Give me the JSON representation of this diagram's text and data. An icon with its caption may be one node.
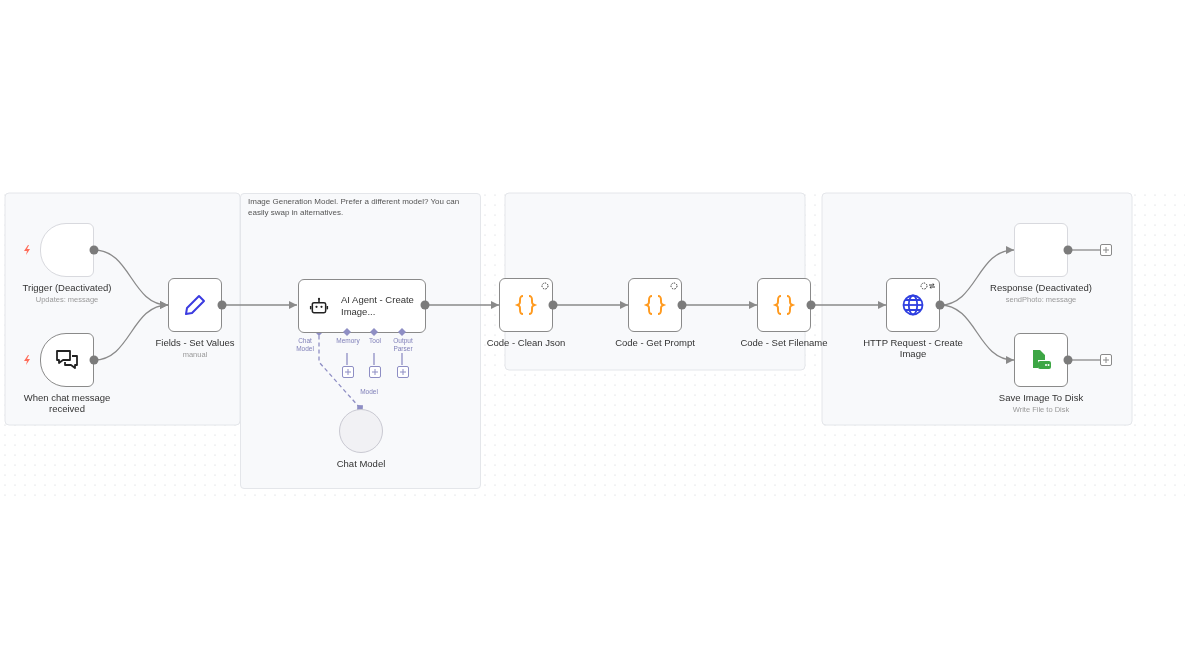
{
  "diagram": {
    "nodes": [
      {
        "text": [
          "Image Generation Model. Prefer a different model? You can easily swap in alternatives."
        ]
      },
      {
        "text": [
          "Trigger (Deactivated)",
          "Updates: message"
        ]
      },
      {
        "text": [
          "When chat message received"
        ]
      },
      {
        "text": [
          "Fields - Set Values",
          "manual"
        ]
      },
      {
        "text": [
          "AI Agent - Create Image..."
        ],
        "in": 0,
        "beside": [
          "Chat Model",
          "Memory",
          "Tool",
          "Output Parser"
        ]
      },
      {
        "text": [
          "Chat Model"
        ],
        "in": 0,
        "beside": [
          "Model"
        ]
      },
      {
        "text": [
          "Code - Clean Json"
        ]
      },
      {
        "text": [
          "Code - Get Prompt"
        ]
      },
      {
        "text": [
          "Code - Set Filename"
        ]
      },
      {
        "text": [
          "HTTP Request - Create Image"
        ]
      },
      {
        "text": [
          "Response (Deactivated)",
          "sendPhoto: message"
        ]
      },
      {
        "text": [
          "Save Image To Disk",
          "Write File to Disk"
        ]
      },
      {
        "text": [],
        "shape": "box",
        "in": 0
      },
      {
        "text": [],
        "shape": "box",
        "in": 0
      },
      {
        "text": [],
        "shape": "box",
        "in": 0
      },
      {
        "text": [],
        "shape": "box"
      },
      {
        "text": [],
        "shape": "box"
      }
    ],
    "edges": [
      {
        "from": 1,
        "to": 3,
        "arrow": "to"
      },
      {
        "from": 2,
        "to": 3,
        "arrow": "to"
      },
      {
        "from": 3,
        "to": 4,
        "arrow": "to"
      },
      {
        "from": 4,
        "to": 6,
        "arrow": "to"
      },
      {
        "from": 6,
        "to": 7,
        "arrow": "to"
      },
      {
        "from": 7,
        "to": 8,
        "arrow": "to"
      },
      {
        "from": 8,
        "to": 9,
        "arrow": "to"
      },
      {
        "from": 9,
        "to": 10,
        "arrow": "to"
      },
      {
        "from": 9,
        "to": 11,
        "arrow": "to"
      },
      {
        "from": 10,
        "to": 15,
        "arrow": "none"
      },
      {
        "from": 11,
        "to": 16,
        "arrow": "none"
      },
      {
        "from": 4,
        "to": 12,
        "arrow": "none",
        "color": "#8e8ec4"
      },
      {
        "from": 4,
        "to": 13,
        "arrow": "none",
        "color": "#8e8ec4"
      },
      {
        "from": 4,
        "to": 14,
        "arrow": "none",
        "color": "#8e8ec4"
      },
      {
        "from": 5,
        "to": 4,
        "arrow": "other",
        "style": "dashed",
        "color": "#8e8ec4"
      }
    ]
  }
}
